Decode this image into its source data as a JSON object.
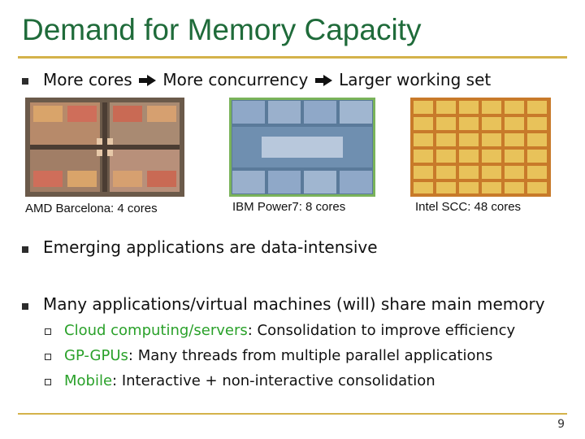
{
  "slide": {
    "title": "Demand for Memory Capacity",
    "page_number": "9"
  },
  "bullet1": {
    "part1": "More cores",
    "part2": "More concurrency",
    "part3": "Larger working set"
  },
  "chips": [
    {
      "caption": "AMD Barcelona: 4 cores"
    },
    {
      "caption": "IBM Power7: 8 cores"
    },
    {
      "caption": "Intel SCC: 48 cores"
    }
  ],
  "bullet2": {
    "text": "Emerging applications are data-intensive"
  },
  "bullet3": {
    "text": "Many applications/virtual machines (will) share main memory",
    "subs": [
      {
        "highlight": "Cloud computing/servers",
        "rest": ": Consolidation to improve efficiency"
      },
      {
        "highlight": "GP-GPUs",
        "rest": ": Many threads from multiple parallel applications"
      },
      {
        "highlight": "Mobile",
        "rest": ": Interactive + non-interactive consolidation"
      }
    ]
  },
  "colors": {
    "title": "#1f6b3a",
    "rule": "#d4b24a",
    "highlight": "#2aa12a"
  },
  "icons": {
    "bullet": "square-bullet",
    "sub_bullet": "hollow-square-bullet",
    "arrow": "right-arrow-icon"
  }
}
